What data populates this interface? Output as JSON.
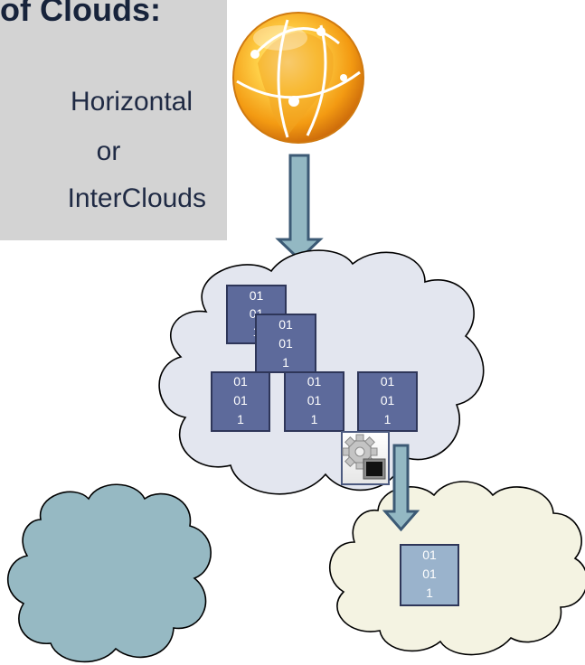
{
  "title_fragment": "of Clouds:",
  "info_box": {
    "line1": "Horizontal",
    "line2": "or",
    "line3": "InterClouds"
  },
  "blocks": {
    "top_left": [
      "01",
      "01",
      "1"
    ],
    "stack": [
      "01",
      "01",
      "1"
    ],
    "row_left": [
      "01",
      "01",
      "1"
    ],
    "row_mid": [
      "01",
      "01",
      "1"
    ],
    "row_right": [
      "01",
      "01",
      "1"
    ],
    "migrated": [
      "01",
      "01",
      "1"
    ]
  },
  "icons": {
    "globe": "globe-icon",
    "gear": "gear-terminal-icon"
  },
  "colors": {
    "main_cloud": "#e3e6ef",
    "left_cloud": "#96b9c3",
    "right_cloud": "#f4f3e2",
    "block_fill": "#5d6a9b",
    "block_stroke": "#2e3659",
    "migrated_fill": "#9ab3cc",
    "arrow_fill": "#93b8c3",
    "arrow_stroke": "#3c5a75"
  }
}
